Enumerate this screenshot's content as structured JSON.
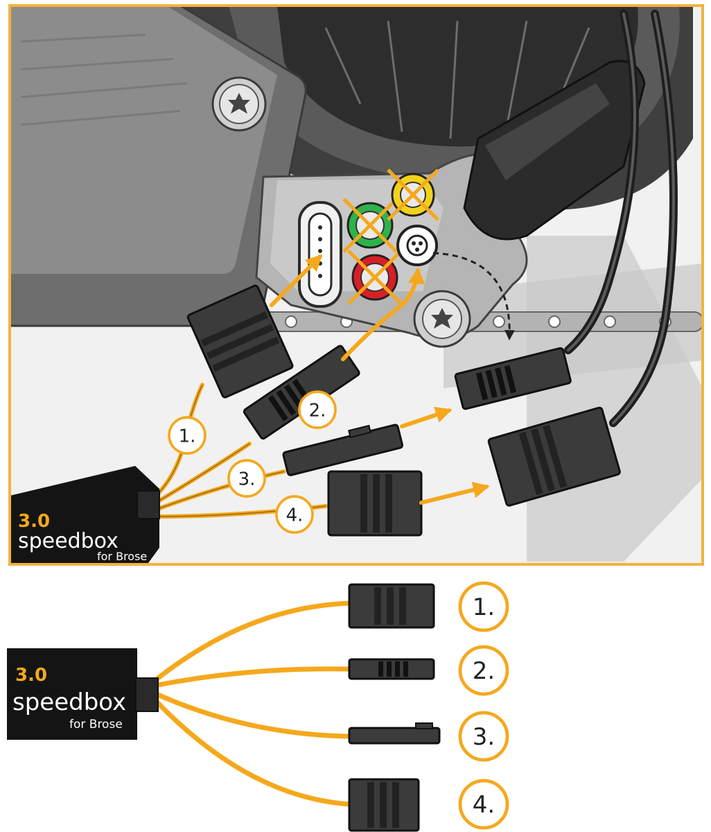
{
  "colors": {
    "accent": "#f5a81d",
    "frame": "#f2b33d",
    "box": "#141414",
    "motor_dark": "#4a4a4a",
    "motor_mid": "#7a7a7a",
    "motor_light": "#b9b9b9",
    "port_green": "#2fb24a",
    "port_red": "#d81f26",
    "port_yellow": "#f2d21b"
  },
  "icons": [
    "torx-screw-icon",
    "connector-plug-icon",
    "crossed-port-icon",
    "arrow-icon"
  ],
  "speedbox": {
    "version": "3.0",
    "name": "speedbox",
    "sub": "for Brose"
  },
  "callouts": [
    "1.",
    "2.",
    "3.",
    "4."
  ],
  "legend": [
    "1.",
    "2.",
    "3.",
    "4."
  ]
}
